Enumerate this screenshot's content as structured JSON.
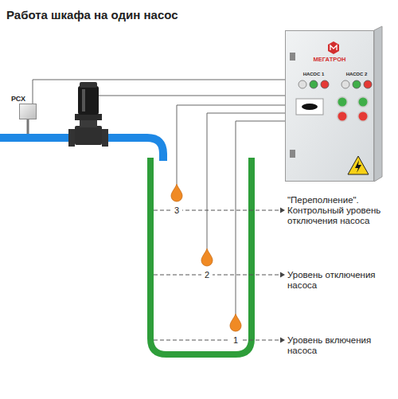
{
  "diagram": {
    "title": "Работа шкафа на один насос",
    "nodes": [
      {
        "text": [
          "МЕГАТРОН"
        ]
      },
      {
        "text": [
          "РСХ"
        ]
      }
    ],
    "edges": [
      {
        "from": 1,
        "to": 0,
        "arrow": "none"
      }
    ],
    "labels": [
      "НАСОС 1",
      "НАСОС 2",
      "3",
      "\"Переполнение\". Контрольный уровень отключения насоса",
      "2",
      "Уровень отключения насоса",
      "1",
      "Уровень включения насоса"
    ]
  }
}
